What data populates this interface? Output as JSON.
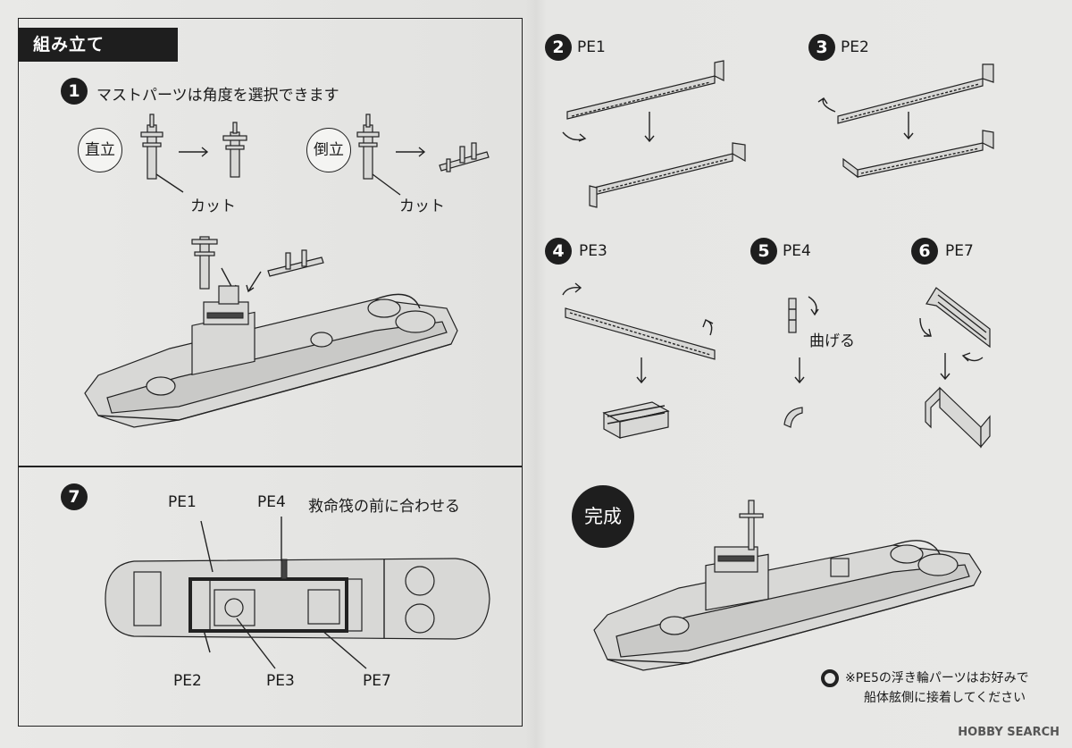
{
  "header": {
    "title": "組み立て"
  },
  "steps": {
    "s1": {
      "num": "1",
      "text": "マストパーツは角度を選択できます",
      "upright": "直立",
      "inverted": "倒立",
      "cut1": "カット",
      "cut2": "カット"
    },
    "s2": {
      "num": "2",
      "label": "PE1"
    },
    "s3": {
      "num": "3",
      "label": "PE2"
    },
    "s4": {
      "num": "4",
      "label": "PE3"
    },
    "s5": {
      "num": "5",
      "label": "PE4",
      "note": "曲げる"
    },
    "s6": {
      "num": "6",
      "label": "PE7"
    },
    "s7": {
      "num": "7",
      "pe1": "PE1",
      "pe4": "PE4",
      "note": "救命筏の前に合わせる",
      "pe2": "PE2",
      "pe3": "PE3",
      "pe7": "PE7"
    }
  },
  "complete": {
    "badge": "完成",
    "note1": "※PE5の浮き輪パーツはお好みで",
    "note2": "船体舷側に接着してください"
  },
  "footer": {
    "watermark": "HOBBY SEARCH"
  }
}
